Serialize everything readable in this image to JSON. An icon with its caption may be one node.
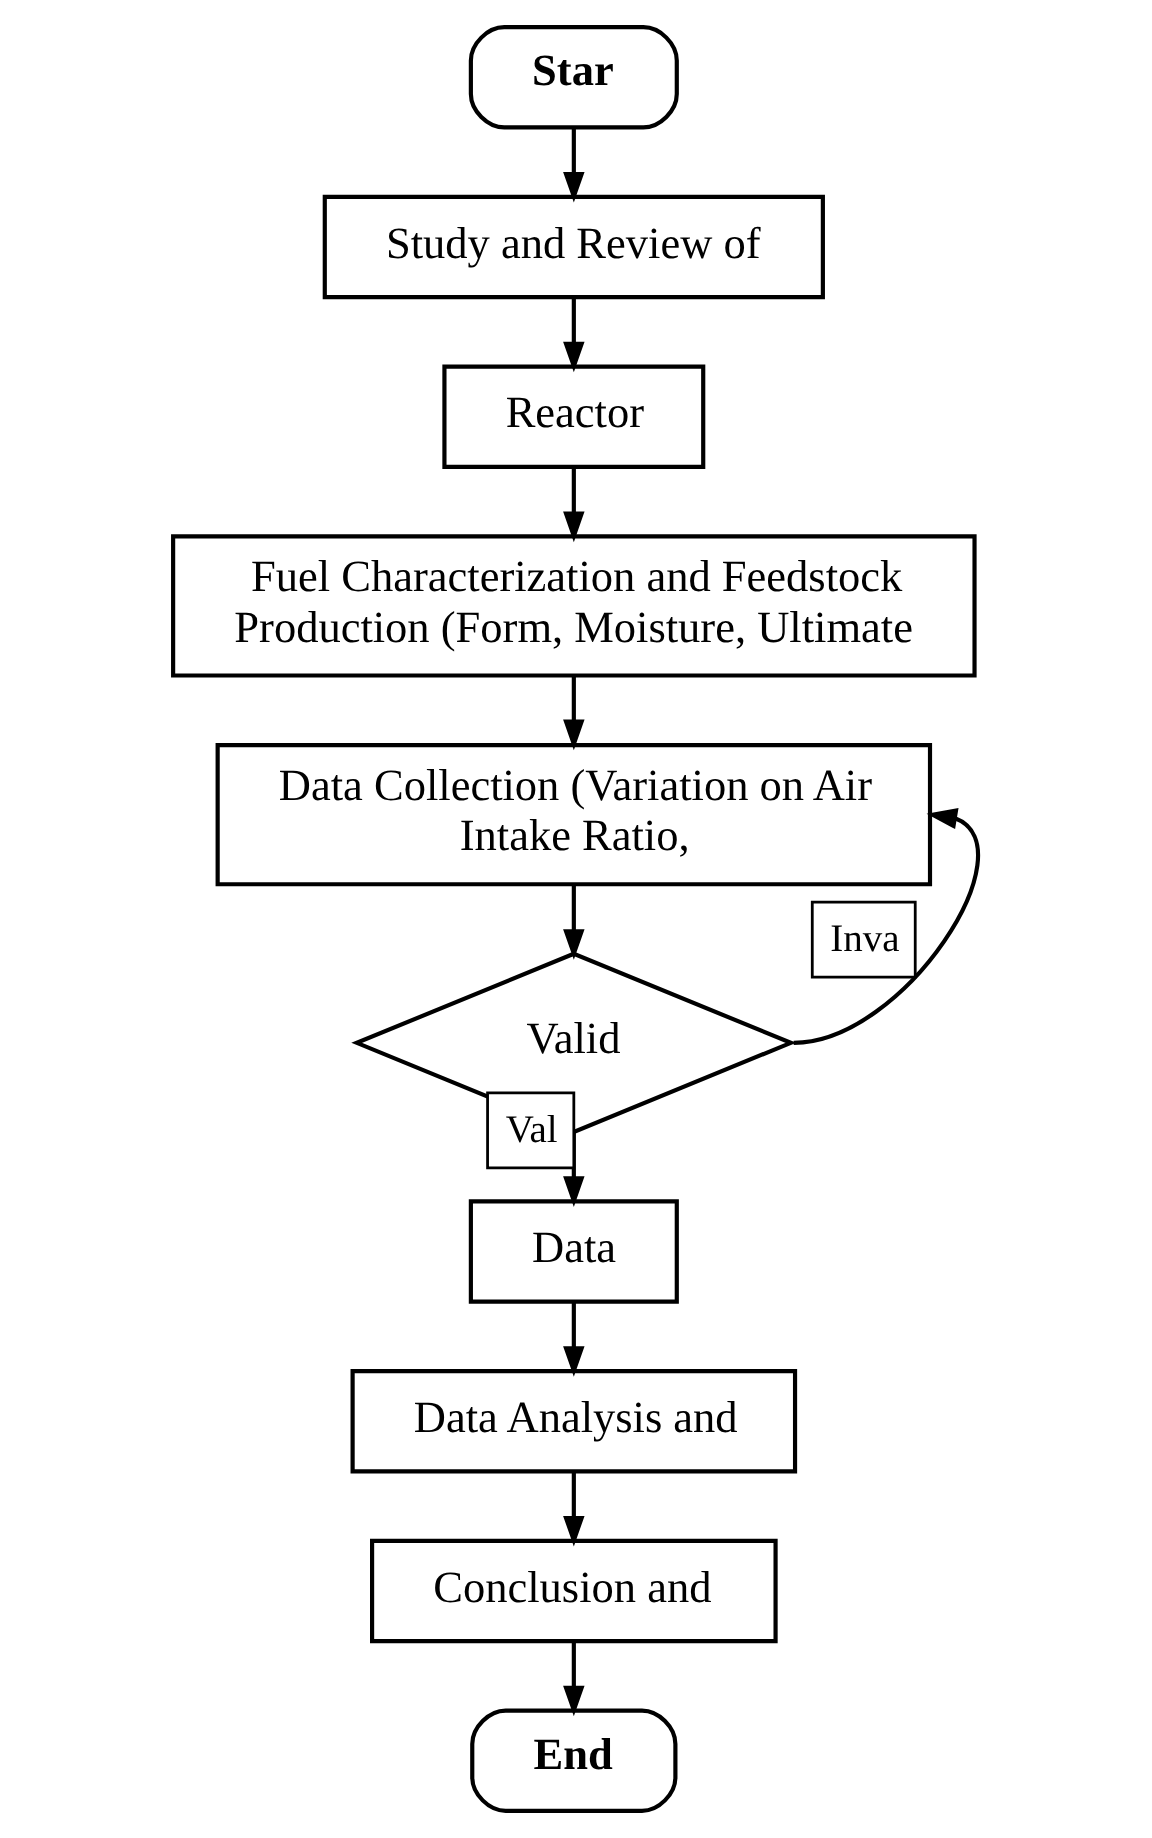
{
  "diagram": {
    "nodes": [
      {
        "text": [
          "Star"
        ]
      },
      {
        "text": [
          "Study and Review of"
        ]
      },
      {
        "text": [
          "Reactor"
        ]
      },
      {
        "text": [
          "Fuel Characterization and Feedstock Production (Form, Moisture, Ultimate"
        ]
      },
      {
        "text": [
          "Data Collection (Variation on Air Intake Ratio,"
        ]
      },
      {
        "text": [
          "Valid"
        ]
      },
      {
        "text": [
          "Data"
        ]
      },
      {
        "text": [
          "Data Analysis and"
        ]
      },
      {
        "text": [
          "Conclusion and"
        ]
      },
      {
        "text": [
          "End"
        ]
      }
    ],
    "edges": [
      {
        "from": 0,
        "to": 1,
        "arrow": "to"
      },
      {
        "from": 1,
        "to": 2,
        "arrow": "to"
      },
      {
        "from": 2,
        "to": 3,
        "arrow": "to"
      },
      {
        "from": 3,
        "to": 4,
        "arrow": "to"
      },
      {
        "from": 4,
        "to": 5,
        "arrow": "to"
      },
      {
        "from": 5,
        "to": 4,
        "arrow": "to",
        "label": "Inva"
      },
      {
        "from": 5,
        "to": 6,
        "arrow": "to",
        "label": "Val"
      },
      {
        "from": 6,
        "to": 7,
        "arrow": "to"
      },
      {
        "from": 7,
        "to": 8,
        "arrow": "to"
      },
      {
        "from": 8,
        "to": 9,
        "arrow": "to"
      }
    ]
  }
}
